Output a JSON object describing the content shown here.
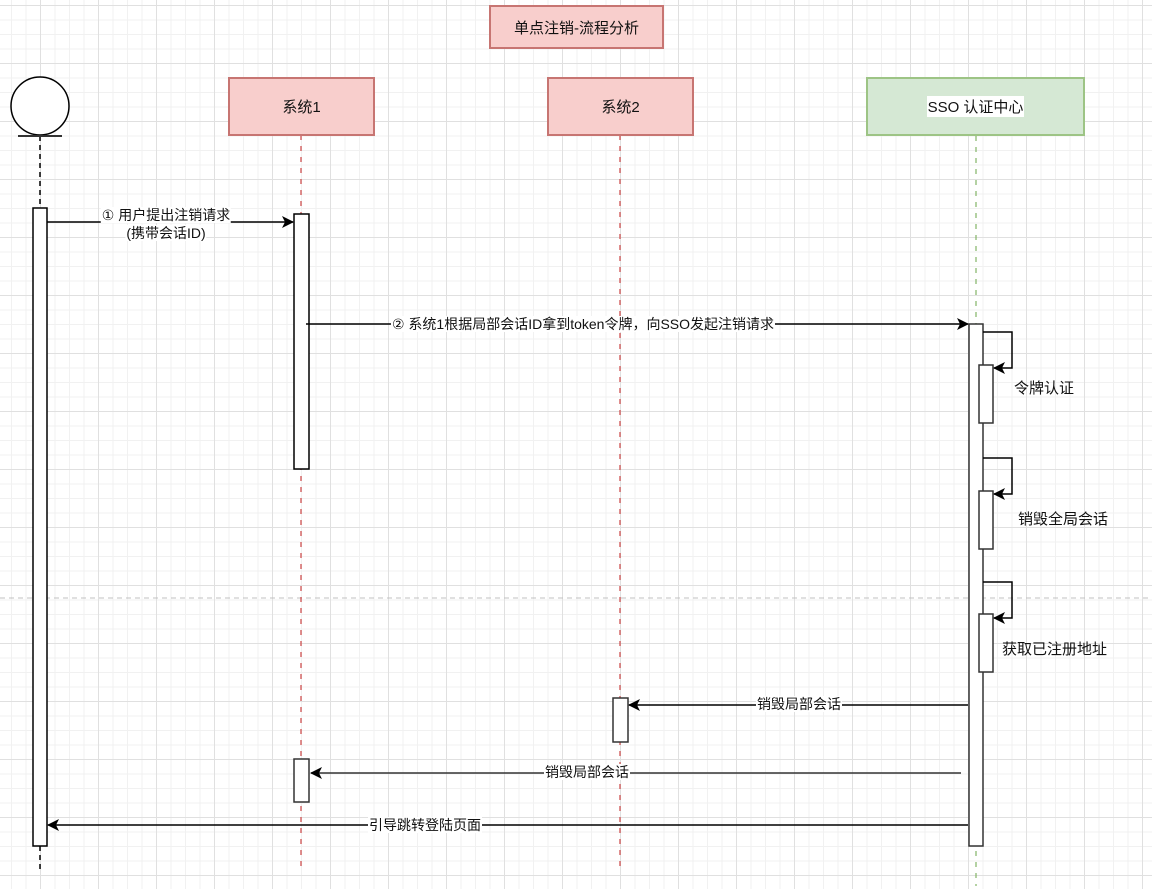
{
  "title": "单点注销-流程分析",
  "participants": [
    {
      "id": "user",
      "label": "",
      "type": "actor",
      "icon": "actor-icon"
    },
    {
      "id": "sys1",
      "label": "系统1",
      "type": "lifeline",
      "color": "#f8cecc",
      "border": "#c77572"
    },
    {
      "id": "sys2",
      "label": "系统2",
      "type": "lifeline",
      "color": "#f8cecc",
      "border": "#c77572"
    },
    {
      "id": "sso",
      "label": "SSO 认证中心",
      "type": "lifeline",
      "color": "#d5e8d4",
      "border": "#9dc485"
    }
  ],
  "messages": [
    {
      "from": "user",
      "to": "sys1",
      "line1": "① 用户提出注销请求",
      "line2": "(携带会话ID)"
    },
    {
      "from": "sys1",
      "to": "sso",
      "label": "② 系统1根据局部会话ID拿到token令牌，向SSO发起注销请求"
    },
    {
      "from": "sso",
      "to": "sso",
      "label": "令牌认证",
      "self": true
    },
    {
      "from": "sso",
      "to": "sso",
      "label": "销毁全局会话",
      "self": true
    },
    {
      "from": "sso",
      "to": "sso",
      "label": "获取已注册地址",
      "self": true
    },
    {
      "from": "sso",
      "to": "sys2",
      "label": "销毁局部会话"
    },
    {
      "from": "sso",
      "to": "sys1",
      "label": "销毁局部会话"
    },
    {
      "from": "sso",
      "to": "user",
      "label": "引导跳转登陆页面"
    }
  ]
}
